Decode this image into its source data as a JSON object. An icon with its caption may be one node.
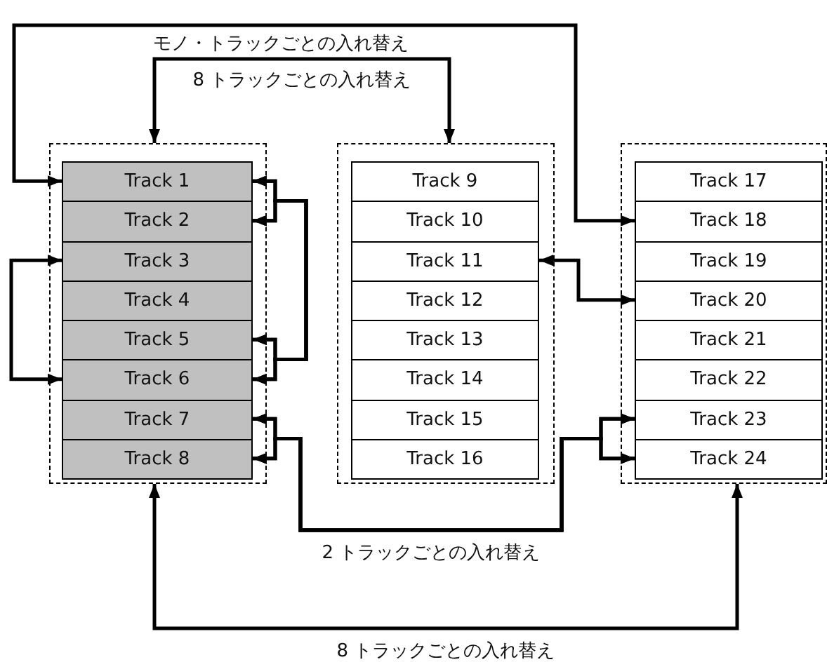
{
  "diagram": {
    "nodes": [
      {
        "text": [],
        "shape": "box"
      },
      {
        "text": [
          "Track 1"
        ],
        "in": 0
      },
      {
        "text": [
          "Track 2"
        ],
        "in": 0
      },
      {
        "text": [
          "Track 3"
        ],
        "in": 0
      },
      {
        "text": [
          "Track 4"
        ],
        "in": 0
      },
      {
        "text": [
          "Track 5"
        ],
        "in": 0
      },
      {
        "text": [
          "Track 6"
        ],
        "in": 0
      },
      {
        "text": [
          "Track 7"
        ],
        "in": 0
      },
      {
        "text": [
          "Track 8"
        ],
        "in": 0
      },
      {
        "text": [],
        "shape": "box"
      },
      {
        "text": [
          "Track 9"
        ],
        "in": 9
      },
      {
        "text": [
          "Track 10"
        ],
        "in": 9
      },
      {
        "text": [
          "Track 11"
        ],
        "in": 9
      },
      {
        "text": [
          "Track 12"
        ],
        "in": 9
      },
      {
        "text": [
          "Track 13"
        ],
        "in": 9
      },
      {
        "text": [
          "Track 14"
        ],
        "in": 9
      },
      {
        "text": [
          "Track 15"
        ],
        "in": 9
      },
      {
        "text": [
          "Track 16"
        ],
        "in": 9
      },
      {
        "text": [],
        "shape": "box"
      },
      {
        "text": [
          "Track 17"
        ],
        "in": 18
      },
      {
        "text": [
          "Track 18"
        ],
        "in": 18
      },
      {
        "text": [
          "Track 19"
        ],
        "in": 18
      },
      {
        "text": [
          "Track 20"
        ],
        "in": 18
      },
      {
        "text": [
          "Track 21"
        ],
        "in": 18
      },
      {
        "text": [
          "Track 22"
        ],
        "in": 18
      },
      {
        "text": [
          "Track 23"
        ],
        "in": 18
      },
      {
        "text": [
          "Track 24"
        ],
        "in": 18
      }
    ],
    "edges": [
      {
        "from": 1,
        "to": 20,
        "arrow": "both",
        "label": "モノ・トラックごとの入れ替え"
      },
      {
        "from": 0,
        "to": 9,
        "arrow": "both",
        "label": "8 トラックごとの入れ替え"
      },
      {
        "from": 1,
        "to": 5,
        "arrow": "both"
      },
      {
        "from": 1,
        "to": 6,
        "arrow": "both"
      },
      {
        "from": 2,
        "to": 5,
        "arrow": "both"
      },
      {
        "from": 2,
        "to": 6,
        "arrow": "both"
      },
      {
        "from": 3,
        "to": 6,
        "arrow": "both"
      },
      {
        "from": 12,
        "to": 22,
        "arrow": "both"
      },
      {
        "from": 7,
        "to": 25,
        "arrow": "both",
        "label": "2 トラックごとの入れ替え"
      },
      {
        "from": 7,
        "to": 26,
        "arrow": "both"
      },
      {
        "from": 8,
        "to": 25,
        "arrow": "both"
      },
      {
        "from": 8,
        "to": 26,
        "arrow": "both"
      },
      {
        "from": 0,
        "to": 18,
        "arrow": "both",
        "label": "8 トラックごとの入れ替え"
      }
    ]
  }
}
